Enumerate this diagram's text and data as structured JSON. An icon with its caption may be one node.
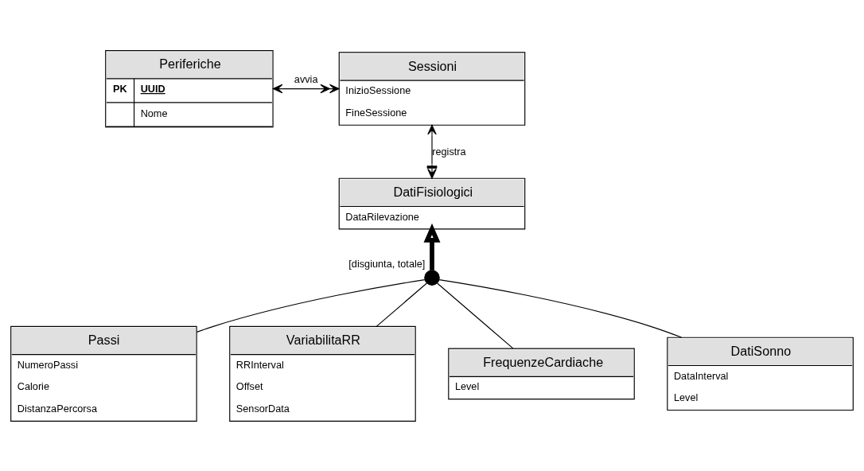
{
  "diagram": {
    "nodes": [
      {
        "text": [
          "Periferiche",
          "PK",
          "UUID",
          "Nome"
        ]
      },
      {
        "text": [
          "Sessioni",
          "InizioSessione",
          "FineSessione"
        ]
      },
      {
        "text": [
          "DatiFisiologici",
          "DataRilevazione"
        ]
      },
      {
        "text": [
          "Passi",
          "NumeroPassi",
          "Calorie",
          "DistanzaPercorsa"
        ]
      },
      {
        "text": [
          "VariabilitaRR",
          "RRInterval",
          "Offset",
          "SensorData"
        ]
      },
      {
        "text": [
          "FrequenzeCardiache",
          "Level"
        ]
      },
      {
        "text": [
          "DatiSonno",
          "DataInterval",
          "Level"
        ]
      },
      {
        "text": [],
        "shape": "circle",
        "beside": [
          "[disgiunta, totale]"
        ]
      }
    ],
    "edges": [
      {
        "from": 0,
        "to": 1,
        "arrow": "both",
        "label": "avvia"
      },
      {
        "from": 1,
        "to": 2,
        "arrow": "both",
        "label": "registra"
      },
      {
        "from": 7,
        "to": 2,
        "arrow": "to",
        "style": "thick"
      },
      {
        "from": 7,
        "to": 3,
        "arrow": "none"
      },
      {
        "from": 7,
        "to": 4,
        "arrow": "none"
      },
      {
        "from": 7,
        "to": 5,
        "arrow": "none"
      },
      {
        "from": 7,
        "to": 6,
        "arrow": "none"
      }
    ]
  }
}
